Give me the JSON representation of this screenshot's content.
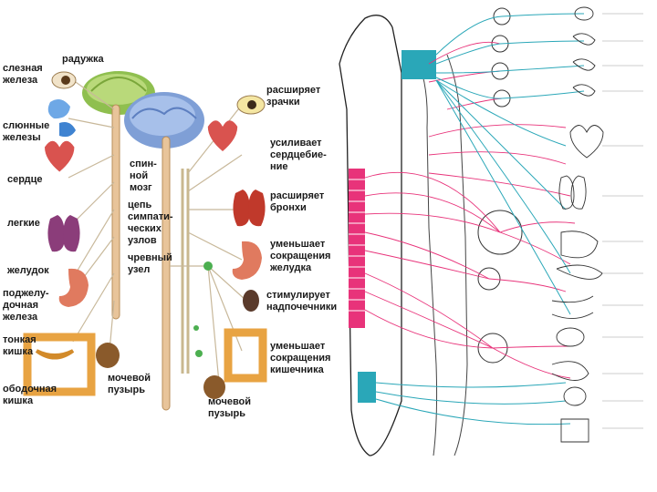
{
  "left_panel": {
    "organ_labels_left": [
      [
        "слезная",
        "железа"
      ],
      [
        "слюнные",
        "железы"
      ],
      [
        "сердце"
      ],
      [
        "легкие"
      ],
      [
        "желудок"
      ],
      [
        "поджелу-",
        "дочная",
        "железа"
      ],
      [
        "тонкая",
        "кишка"
      ],
      [
        "ободочная",
        "кишка"
      ]
    ],
    "iris_label": "радужка",
    "center_labels": [
      [
        "спин-",
        "ной",
        "мозг"
      ],
      [
        "цепь",
        "симпати-",
        "ческих",
        "узлов"
      ],
      [
        "чревный",
        "узел"
      ]
    ],
    "bladder_label_left": [
      "мочевой",
      "пузырь"
    ],
    "bladder_label_right": [
      "мочевой",
      "пузырь"
    ],
    "effect_labels": [
      [
        "расширяет",
        "зрачки"
      ],
      [
        "усиливает",
        "сердцебие-",
        "ние"
      ],
      [
        "расширяет",
        "бронхи"
      ],
      [
        "уменьшает",
        "сокращения",
        "желудка"
      ],
      [
        "стимулирует",
        "надпочечники"
      ],
      [
        "уменьшает",
        "сокращения",
        "кишечника"
      ]
    ]
  },
  "right_panel": {
    "colors": {
      "sympathetic": "#e8337a",
      "parasympathetic": "#2aa7b8",
      "line": "#222222"
    }
  }
}
